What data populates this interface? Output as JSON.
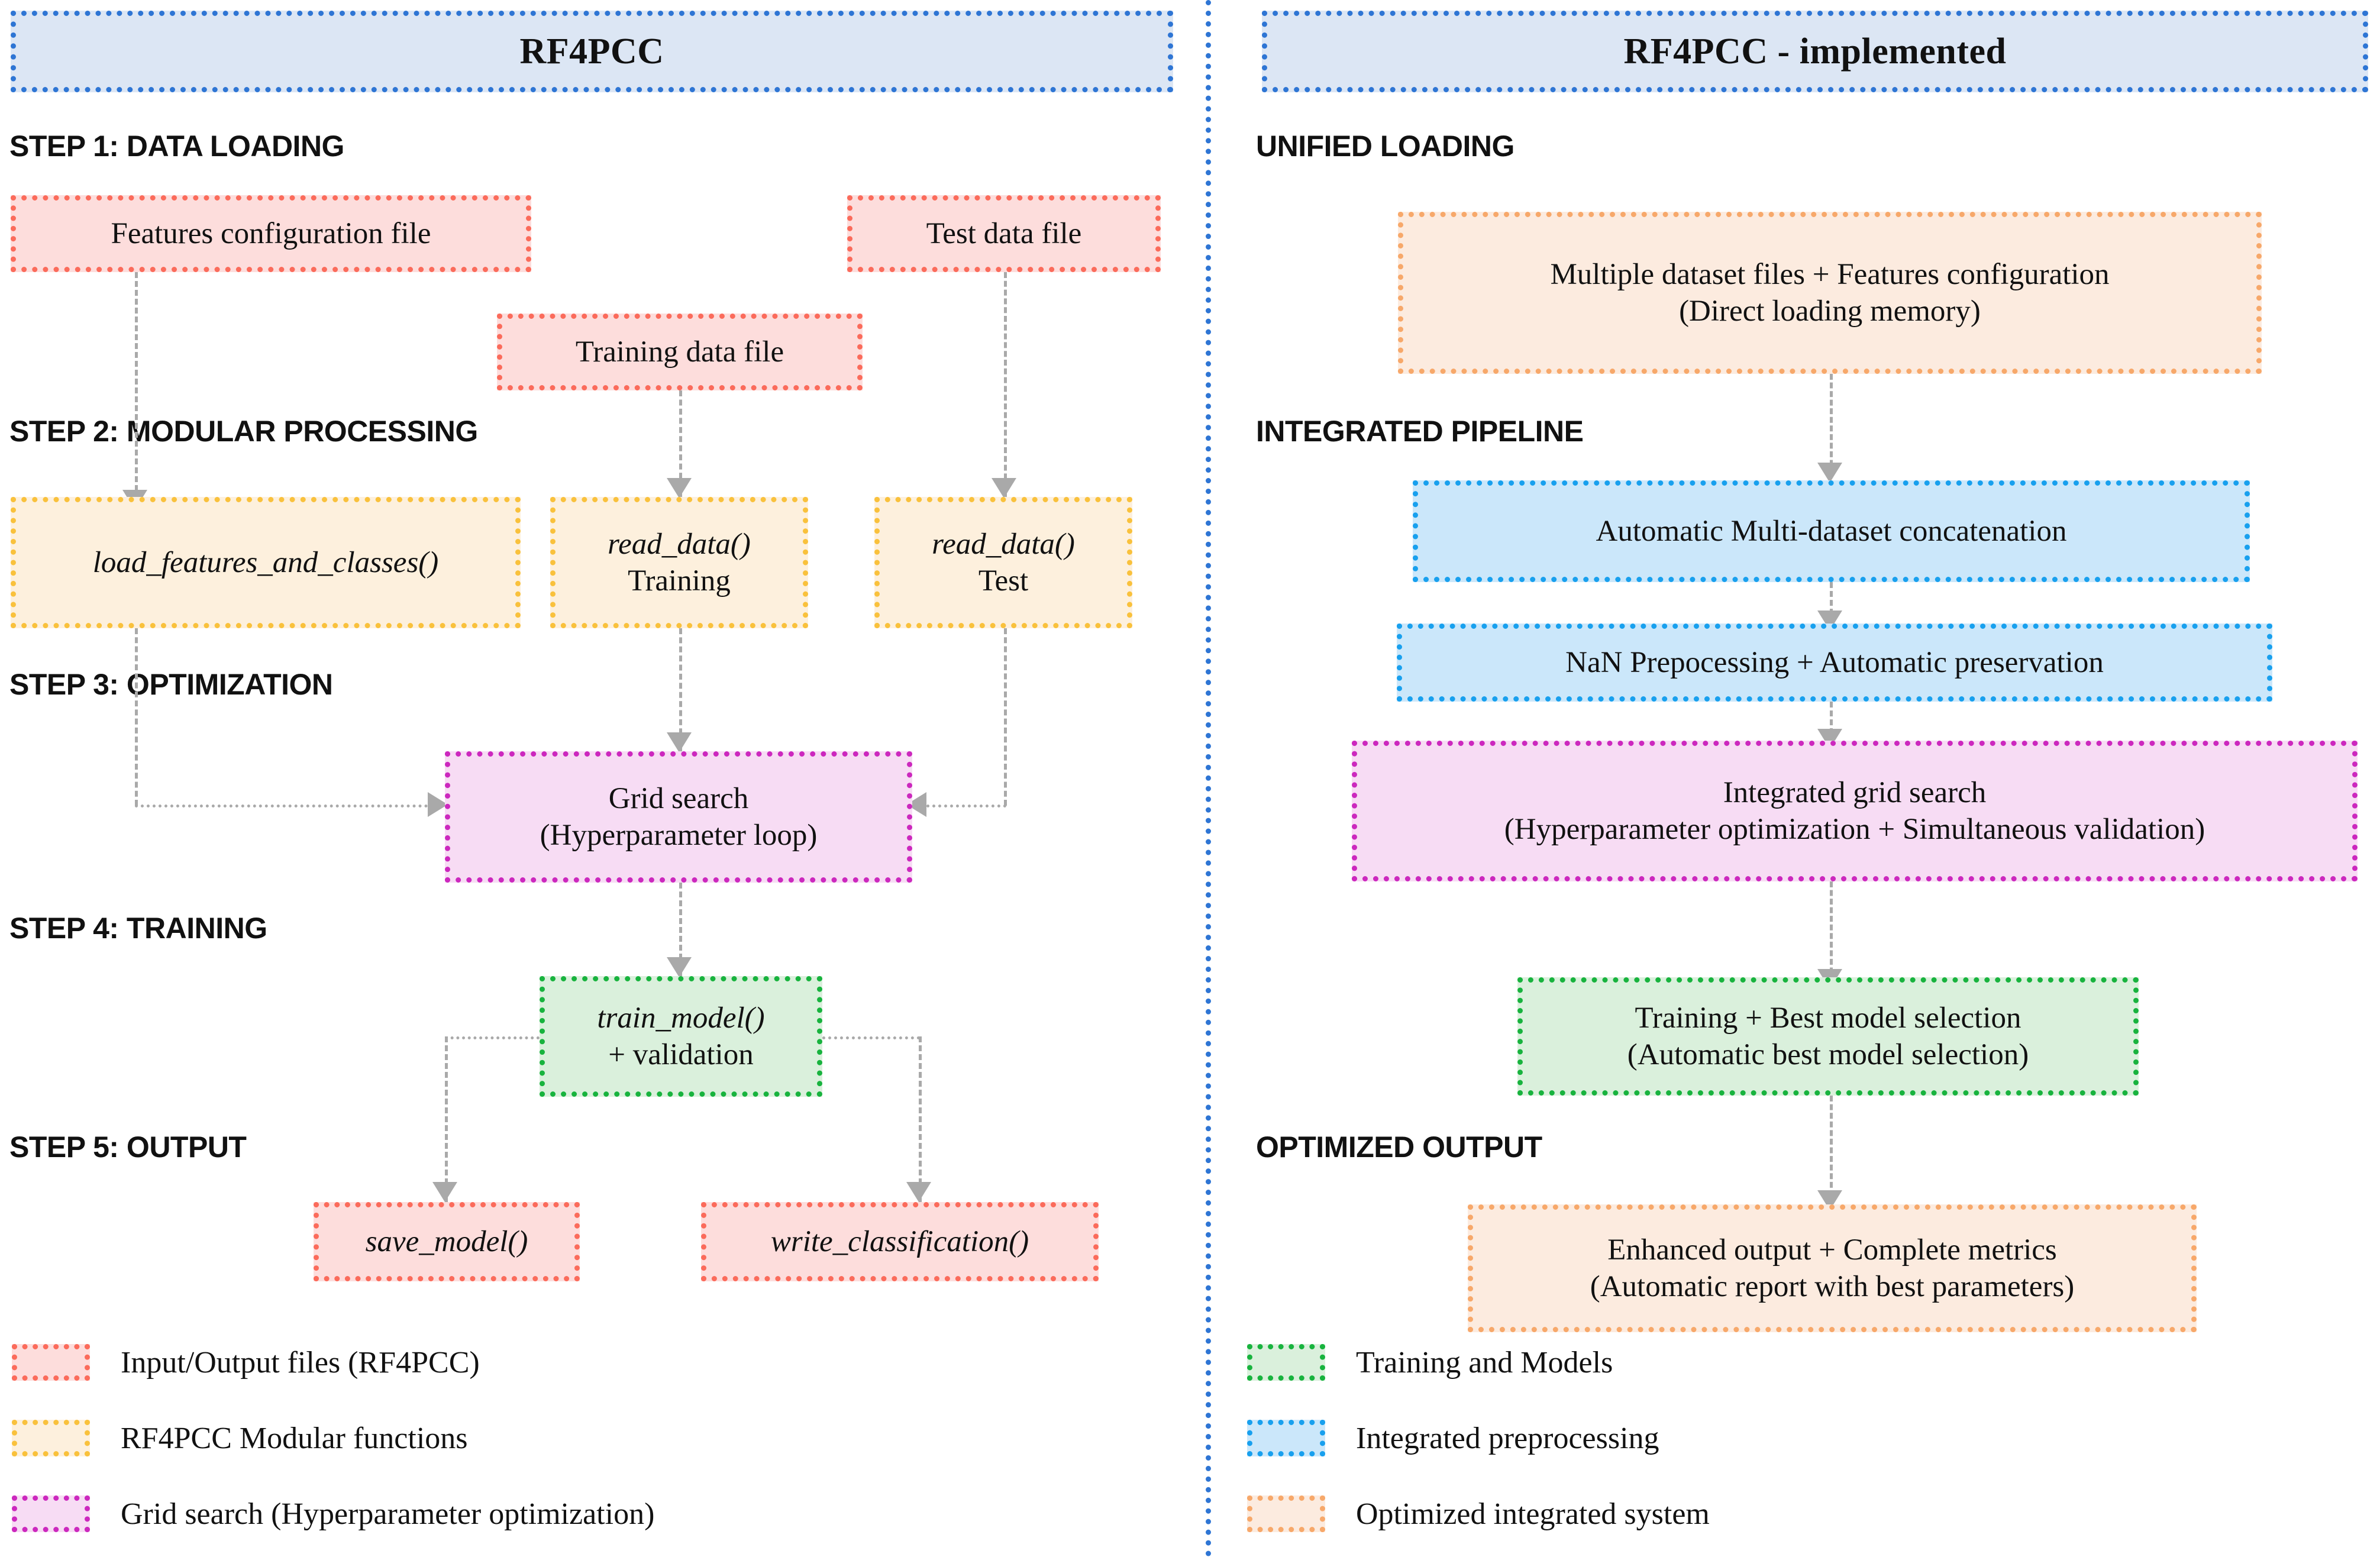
{
  "colors": {
    "title_fill": "#DCE6F4",
    "title_border": "#2E75D4",
    "divider": "#2E75D4",
    "red_fill": "#FDDDDC",
    "red_border": "#FB6B5B",
    "yellow_fill": "#FDF0DD",
    "yellow_border": "#F9C13C",
    "purple_fill": "#F7DCF4",
    "purple_border": "#CC28BE",
    "green_fill": "#DAF0DC",
    "green_border": "#18B33E",
    "blue_fill": "#CBE7FA",
    "blue_border": "#18A0EE",
    "peach_fill": "#FCEBDF",
    "peach_border": "#F7A86A",
    "connector": "#A9A9A9"
  },
  "left": {
    "title": "RF4PCC",
    "steps": [
      "STEP 1: DATA LOADING",
      "STEP 2: MODULAR PROCESSING",
      "STEP 3: OPTIMIZATION",
      "STEP 4: TRAINING",
      "STEP 5: OUTPUT"
    ],
    "nodes": {
      "features_config": "Features configuration file",
      "test_data": "Test data file",
      "training_data": "Training data file",
      "load_features": "load_features_and_classes()",
      "read_data_training_fn": "read_data()",
      "read_data_training_sub": "Training",
      "read_data_test_fn": "read_data()",
      "read_data_test_sub": "Test",
      "grid_search_l1": "Grid search",
      "grid_search_l2": "(Hyperparameter loop)",
      "train_model_l1": "train_model()",
      "train_model_l2": "+ validation",
      "save_model": "save_model()",
      "write_classification": "write_classification()"
    },
    "legend": [
      {
        "swatch": "red",
        "label": "Input/Output files (RF4PCC)"
      },
      {
        "swatch": "yellow",
        "label": "RF4PCC Modular functions"
      },
      {
        "swatch": "purple",
        "label": "Grid search (Hyperparameter optimization)"
      }
    ]
  },
  "right": {
    "title": "RF4PCC - implemented",
    "steps": [
      "UNIFIED LOADING",
      "INTEGRATED PIPELINE",
      "OPTIMIZED OUTPUT"
    ],
    "nodes": {
      "loading_l1": "Multiple dataset files + Features configuration",
      "loading_l2": "(Direct loading memory)",
      "concat": "Automatic Multi-dataset concatenation",
      "nan": "NaN Prepocessing + Automatic preservation",
      "gridsearch_l1": "Integrated grid search",
      "gridsearch_l2": "(Hyperparameter optimization + Simultaneous validation)",
      "training_l1": "Training + Best model selection",
      "training_l2": "(Automatic best model selection)",
      "output_l1": "Enhanced output + Complete metrics",
      "output_l2": "(Automatic report with best parameters)"
    },
    "legend": [
      {
        "swatch": "green",
        "label": "Training and Models"
      },
      {
        "swatch": "blue",
        "label": "Integrated preprocessing"
      },
      {
        "swatch": "peach",
        "label": "Optimized integrated system"
      }
    ]
  }
}
